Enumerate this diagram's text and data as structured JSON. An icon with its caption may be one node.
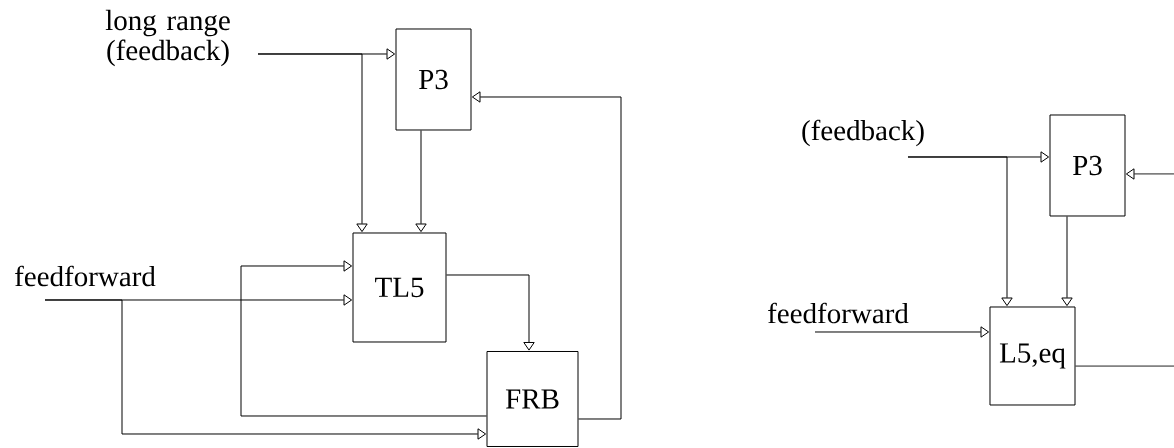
{
  "diagram": {
    "nodes": [
      {
        "text": [
          "long range (feedback)"
        ]
      },
      {
        "text": [
          "P3"
        ]
      },
      {
        "text": [
          "TL5"
        ]
      },
      {
        "text": [
          "FRB"
        ]
      },
      {
        "text": [
          "feedforward"
        ]
      },
      {
        "text": [
          "(feedback)"
        ]
      },
      {
        "text": [
          "P3"
        ]
      },
      {
        "text": [
          "L5,eq"
        ]
      },
      {
        "text": [
          "feedforward"
        ]
      }
    ],
    "edges": [
      {
        "from": 0,
        "to": 1,
        "arrow": "to"
      },
      {
        "from": 0,
        "to": 2,
        "arrow": "to"
      },
      {
        "from": 1,
        "to": 2,
        "arrow": "to"
      },
      {
        "from": 3,
        "to": 1,
        "arrow": "to"
      },
      {
        "from": 2,
        "to": 3,
        "arrow": "to"
      },
      {
        "from": 3,
        "to": 2,
        "arrow": "to"
      },
      {
        "from": 4,
        "to": 2,
        "arrow": "to"
      },
      {
        "from": 4,
        "to": 3,
        "arrow": "to"
      },
      {
        "from": 5,
        "to": 6,
        "arrow": "to"
      },
      {
        "from": 5,
        "to": 7,
        "arrow": "to"
      },
      {
        "from": 6,
        "to": 7,
        "arrow": "to"
      },
      {
        "from": null,
        "to": 6,
        "arrow": "to"
      },
      {
        "from": 7,
        "to": null,
        "arrow": "none"
      },
      {
        "from": 8,
        "to": 7,
        "arrow": "to"
      }
    ]
  }
}
